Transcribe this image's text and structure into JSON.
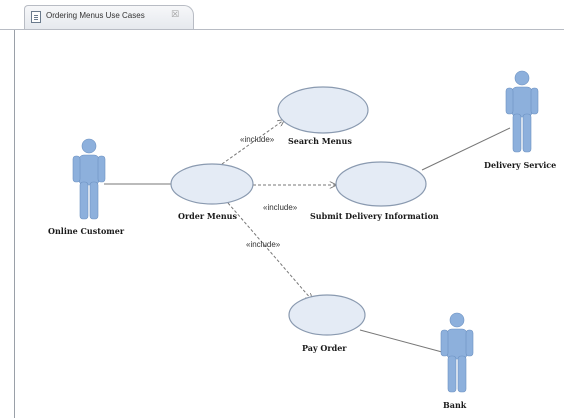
{
  "tab": {
    "title": "Ordering Menus Use Cases",
    "close_glyph": "☒"
  },
  "actors": {
    "online_customer": "Online Customer",
    "delivery_service": "Delivery Service",
    "bank": "Bank"
  },
  "use_cases": {
    "search_menus": "Search Menus",
    "order_menus": "Order Menus",
    "submit_delivery": "Submit Delivery Information",
    "pay_order": "Pay Order"
  },
  "relations": {
    "include_search": "«include»",
    "include_submit": "«include»",
    "include_pay": "«include»"
  },
  "colors": {
    "actor_fill": "#8db0dc",
    "usecase_fill": "#e4ebf5",
    "usecase_stroke": "#8a9ab0",
    "line": "#777777"
  }
}
